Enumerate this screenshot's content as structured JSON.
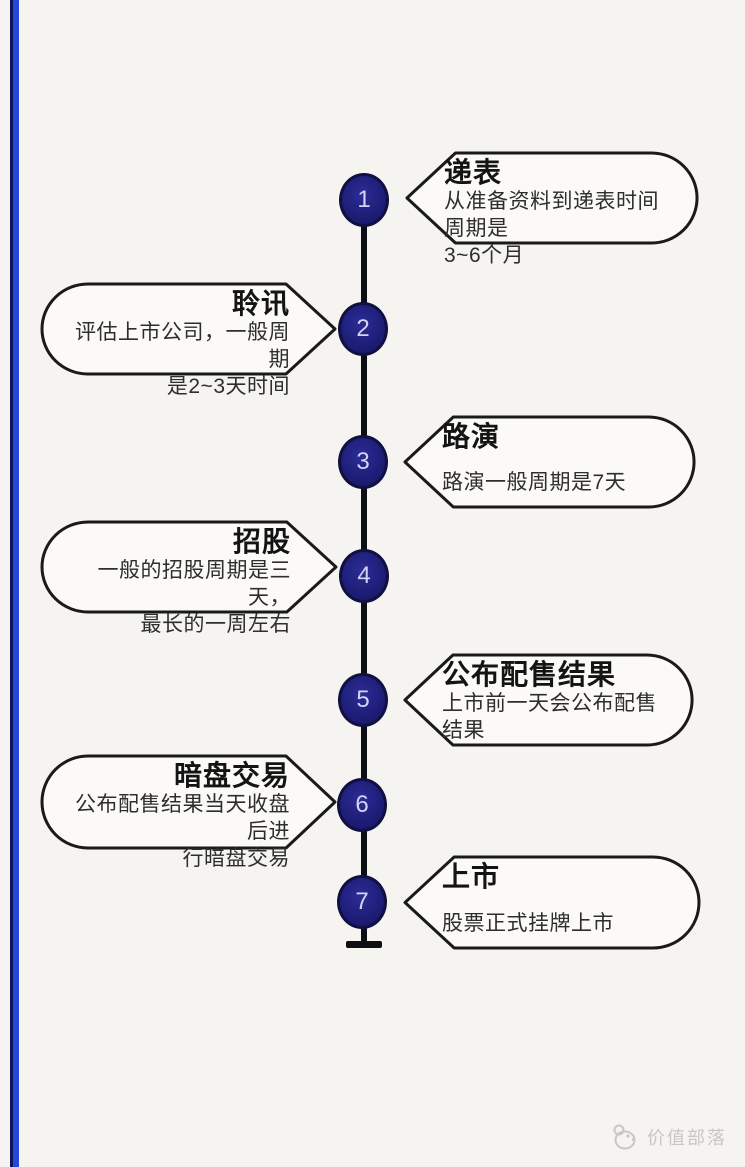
{
  "page": {
    "background_color": "#f5f4f0",
    "accent_bar_color": "#2747d6",
    "timeline_color": "#0d0d14",
    "node_fill_color": "#1c1c74",
    "node_number_color": "#d4d4f0",
    "bubble_stroke_color": "#1a1a1a"
  },
  "steps": [
    {
      "num": "1",
      "side": "right",
      "title": "递表",
      "body": "从准备资料到递表时间周期是\n3~6个月"
    },
    {
      "num": "2",
      "side": "left",
      "title": "聆讯",
      "body": "评估上市公司，一般周期\n是2~3天时间"
    },
    {
      "num": "3",
      "side": "right",
      "title": "路演",
      "body": "路演一般周期是7天"
    },
    {
      "num": "4",
      "side": "left",
      "title": "招股",
      "body": "一般的招股周期是三天，\n最长的一周左右"
    },
    {
      "num": "5",
      "side": "right",
      "title": "公布配售结果",
      "body": "上市前一天会公布配售结果"
    },
    {
      "num": "6",
      "side": "left",
      "title": "暗盘交易",
      "body": "公布配售结果当天收盘后进\n行暗盘交易"
    },
    {
      "num": "7",
      "side": "right",
      "title": "上市",
      "body": "股票正式挂牌上市"
    }
  ],
  "watermark": {
    "label": "价值部落",
    "icon": "bird-logo-icon",
    "color": "#c7c7c4"
  }
}
